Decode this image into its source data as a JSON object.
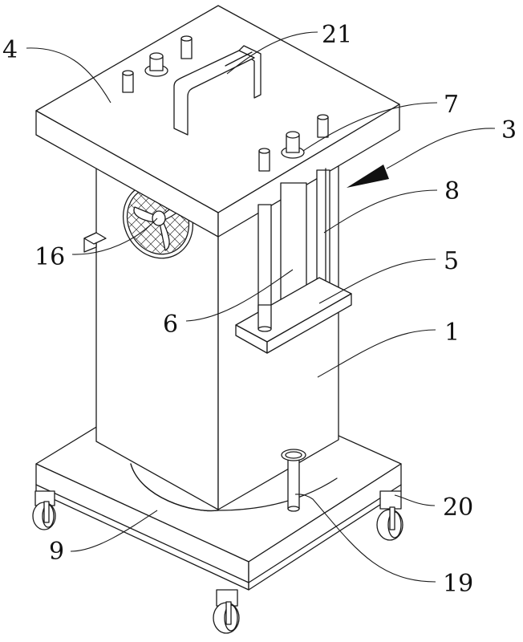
{
  "figure": {
    "type": "patent-drawing",
    "subject": "mobile cabinet device on caster base",
    "labels": [
      {
        "id": "label-4",
        "text": "4"
      },
      {
        "id": "label-21",
        "text": "21"
      },
      {
        "id": "label-7",
        "text": "7"
      },
      {
        "id": "label-3",
        "text": "3"
      },
      {
        "id": "label-8",
        "text": "8"
      },
      {
        "id": "label-16",
        "text": "16"
      },
      {
        "id": "label-5",
        "text": "5"
      },
      {
        "id": "label-6",
        "text": "6"
      },
      {
        "id": "label-1",
        "text": "1"
      },
      {
        "id": "label-20",
        "text": "20"
      },
      {
        "id": "label-9",
        "text": "9"
      },
      {
        "id": "label-19",
        "text": "19"
      }
    ],
    "colors": {
      "line": "#1a1a1a",
      "background": "#ffffff"
    }
  }
}
